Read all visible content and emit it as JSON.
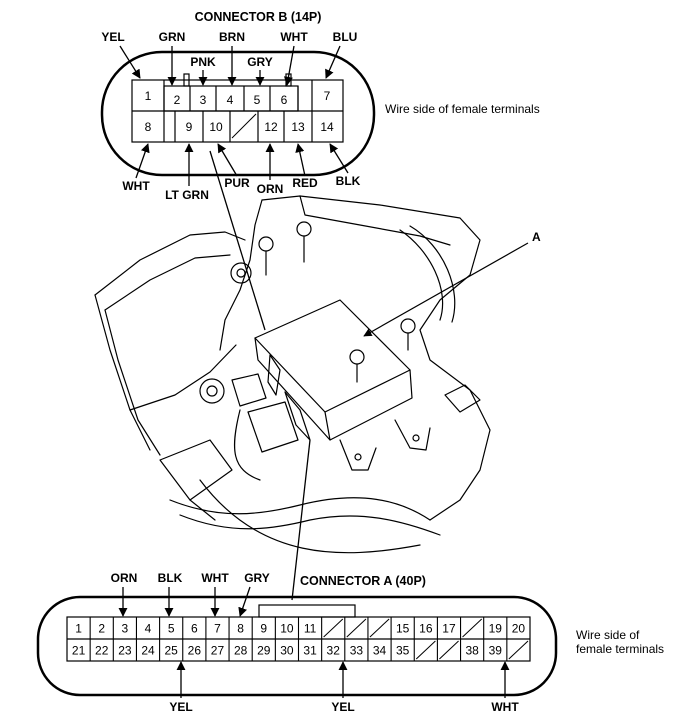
{
  "connector_b": {
    "title": "CONNECTOR B (14P)",
    "caption": "Wire side of female terminals",
    "top_row": [
      "1",
      "2",
      "3",
      "4",
      "5",
      "6",
      "7"
    ],
    "bottom_row": [
      "8",
      "9",
      "10",
      "",
      "12",
      "13",
      "14"
    ],
    "wires_top": [
      "YEL",
      "GRN",
      "PNK",
      "BRN",
      "GRY",
      "WHT",
      "BLU"
    ],
    "wires_bottom": [
      "WHT",
      "LT GRN",
      "PUR",
      "ORN",
      "RED",
      "BLK"
    ]
  },
  "component_label": "A",
  "connector_a": {
    "title": "CONNECTOR A (40P)",
    "caption_line1": "Wire side of",
    "caption_line2": "female terminals",
    "top_row": [
      "1",
      "2",
      "3",
      "4",
      "5",
      "6",
      "7",
      "8",
      "9",
      "10",
      "11",
      "",
      "",
      "",
      "15",
      "16",
      "17",
      "",
      "19",
      "20"
    ],
    "bottom_row": [
      "21",
      "22",
      "23",
      "24",
      "25",
      "26",
      "27",
      "28",
      "29",
      "30",
      "31",
      "32",
      "33",
      "34",
      "35",
      "",
      "",
      "38",
      "39",
      ""
    ],
    "wires_top": [
      "ORN",
      "BLK",
      "WHT",
      "GRY"
    ],
    "wires_bottom": [
      "YEL",
      "YEL",
      "WHT"
    ]
  }
}
